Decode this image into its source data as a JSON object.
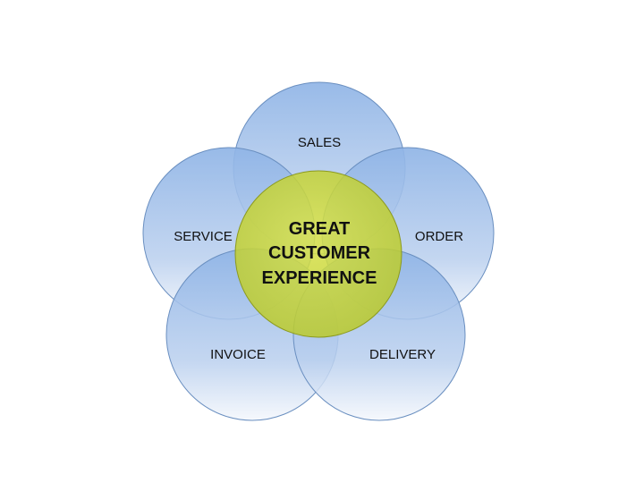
{
  "diagram": {
    "petals": [
      {
        "key": "sales",
        "label": "SALES"
      },
      {
        "key": "order",
        "label": "ORDER"
      },
      {
        "key": "delivery",
        "label": "DELIVERY"
      },
      {
        "key": "invoice",
        "label": "INVOICE"
      },
      {
        "key": "service",
        "label": "SERVICE"
      }
    ],
    "center": {
      "lines": [
        "GREAT",
        "CUSTOMER",
        "EXPERIENCE"
      ]
    }
  },
  "colors": {
    "petal_top": "#8fb4e6",
    "petal_bottom": "#f4f7fc",
    "petal_stroke": "#6a8fc0",
    "center_fill": "#c9d63a",
    "center_stroke": "#8c9a1e",
    "text": "#111111"
  }
}
